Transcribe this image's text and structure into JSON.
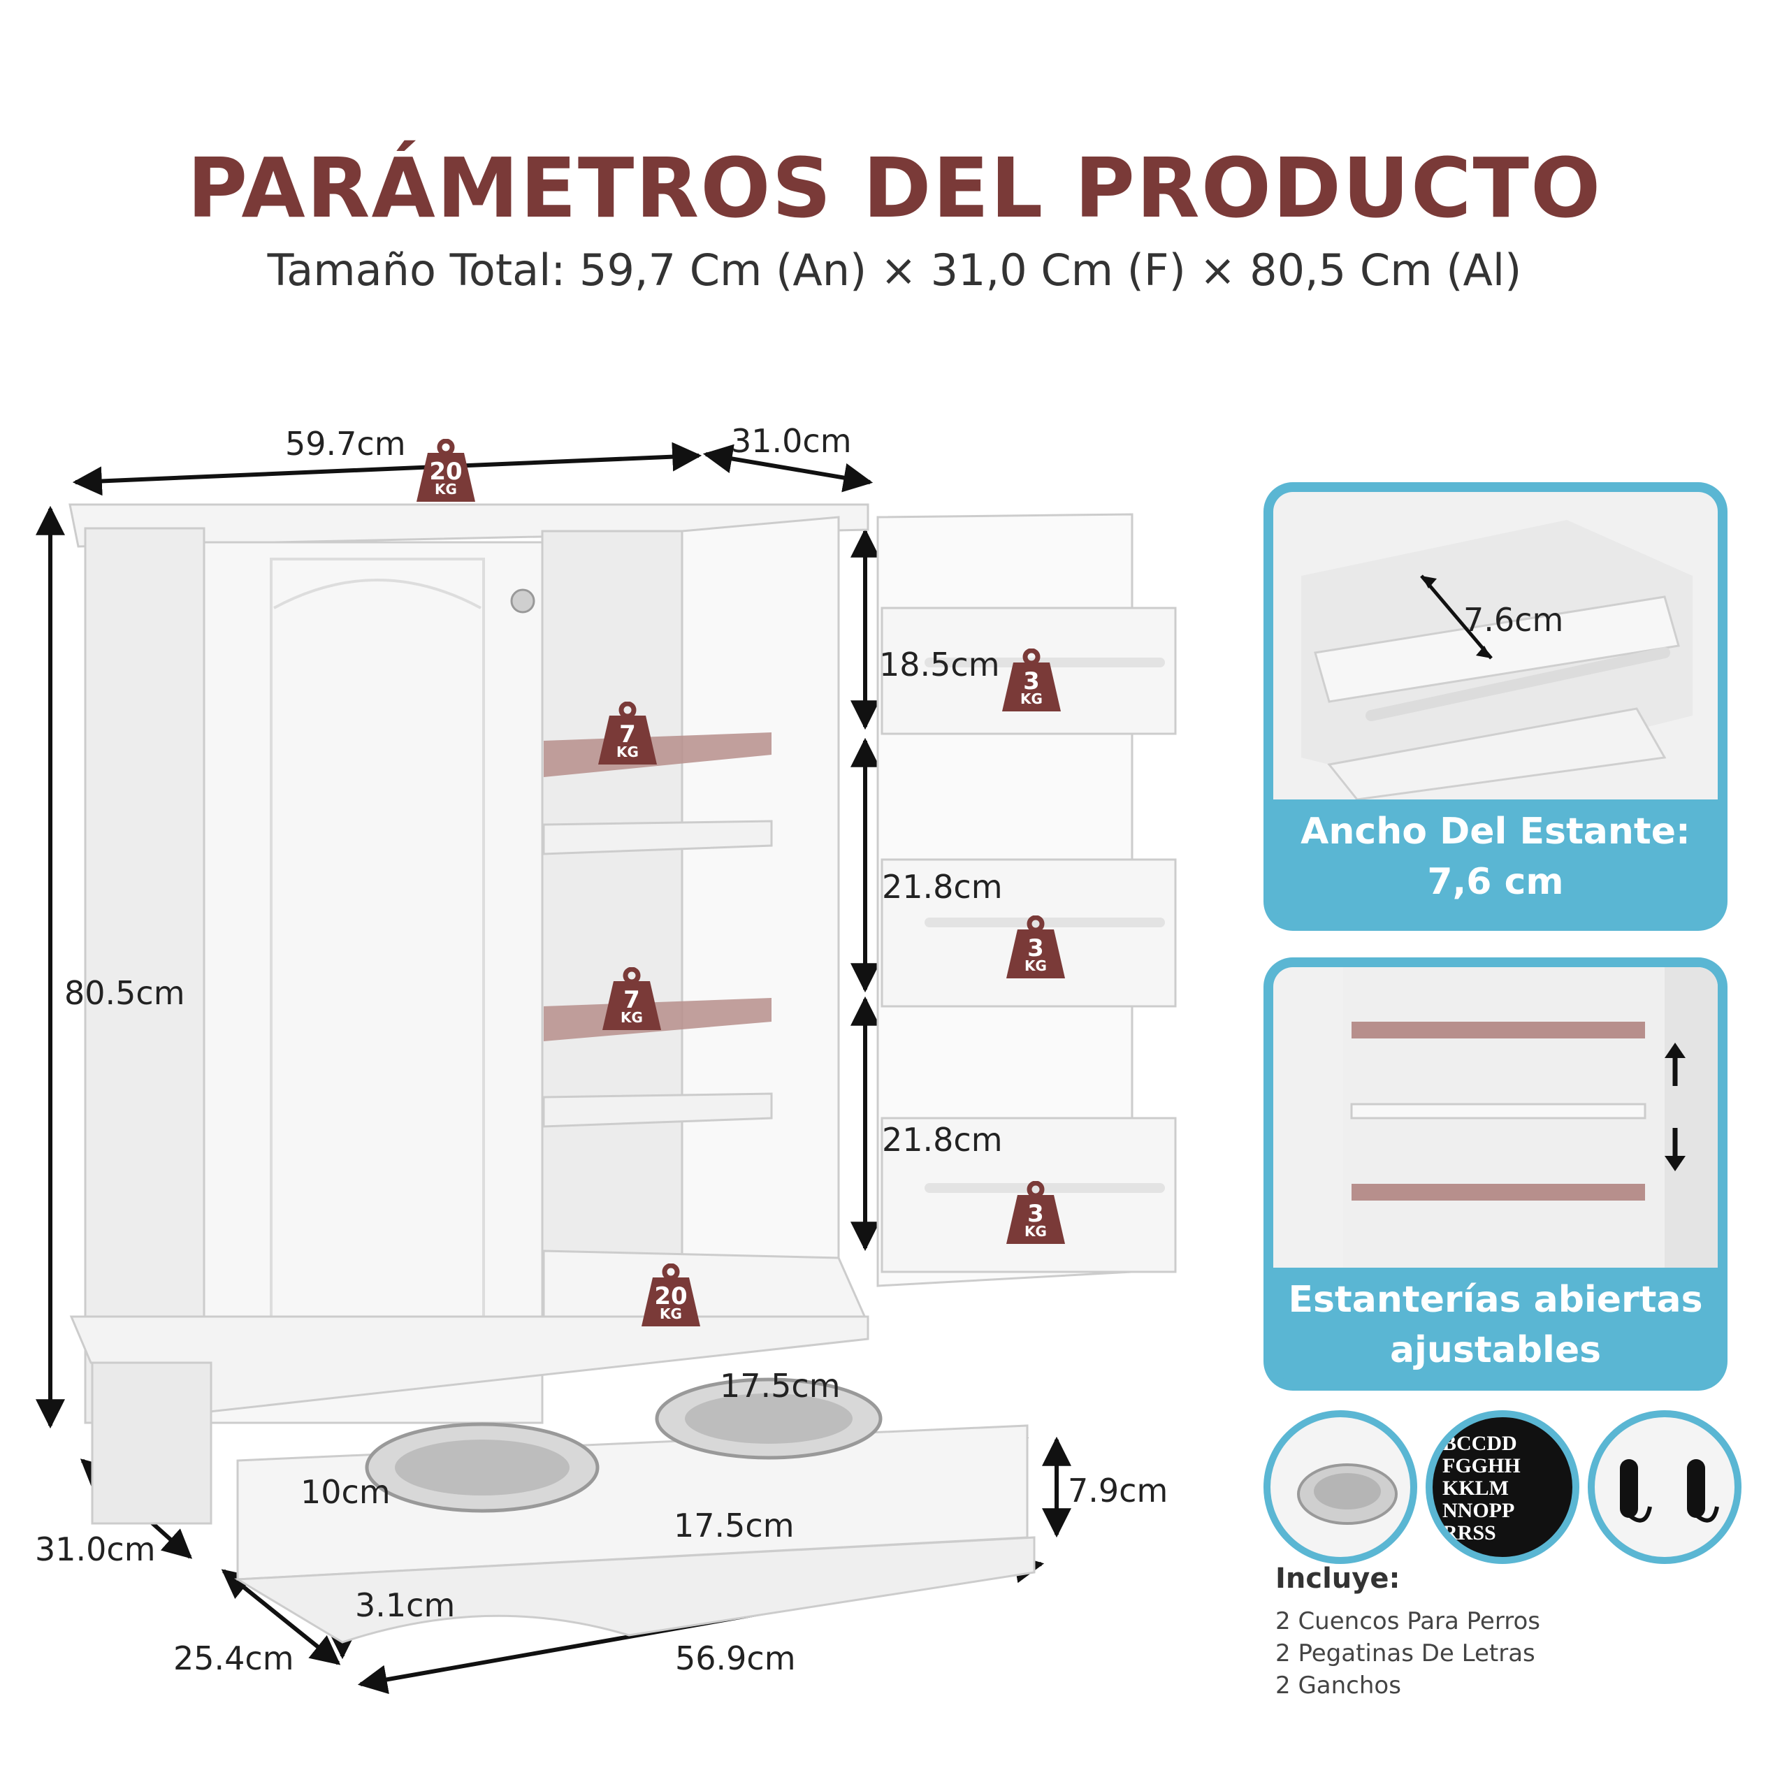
{
  "header": {
    "title": "PARÁMETROS DEL PRODUCTO",
    "subtitle": "Tamaño Total: 59,7 Cm (An) × 31,0 Cm (F) × 80,5 Cm (Al)"
  },
  "dimensions": {
    "top_width": "59.7cm",
    "top_depth": "31.0cm",
    "height": "80.5cm",
    "base_depth": "31.0cm",
    "door_shelf_1": "18.5cm",
    "door_shelf_2": "21.8cm",
    "door_shelf_3": "21.8cm",
    "bowl_top": "17.5cm",
    "bowl_gap": "10cm",
    "tray_height": "7.9cm",
    "tray_inner_width": "17.5cm",
    "tray_lower_height": "3.1cm",
    "tray_depth": "25.4cm",
    "tray_width": "56.9cm"
  },
  "weights": {
    "top": {
      "value": "20",
      "unit": "KG"
    },
    "shelf_1": {
      "value": "7",
      "unit": "KG"
    },
    "shelf_2": {
      "value": "7",
      "unit": "KG"
    },
    "bottom": {
      "value": "20",
      "unit": "KG"
    },
    "door_1": {
      "value": "3",
      "unit": "KG"
    },
    "door_2": {
      "value": "3",
      "unit": "KG"
    },
    "door_3": {
      "value": "3",
      "unit": "KG"
    }
  },
  "panels": {
    "shelf_width": {
      "measure": "7.6cm",
      "caption_line1": "Ancho Del Estante:",
      "caption_line2": "7,6 cm"
    },
    "adjustable": {
      "caption_line1": "Estanterías abiertas",
      "caption_line2": "ajustables"
    }
  },
  "includes": {
    "title": "Incluye:",
    "items": [
      "2 Cuencos Para Perros",
      "2 Pegatinas De Letras",
      "2 Ganchos"
    ],
    "sticker_text": [
      "BCCDD",
      "FGGHH",
      "KKLM",
      "NNOPP",
      "RRSS"
    ]
  },
  "colors": {
    "title": "#7a3a38",
    "weight_badge": "#7a3a38",
    "panel_border": "#5ab6d3",
    "shelf_highlight": "#b78f8c"
  }
}
